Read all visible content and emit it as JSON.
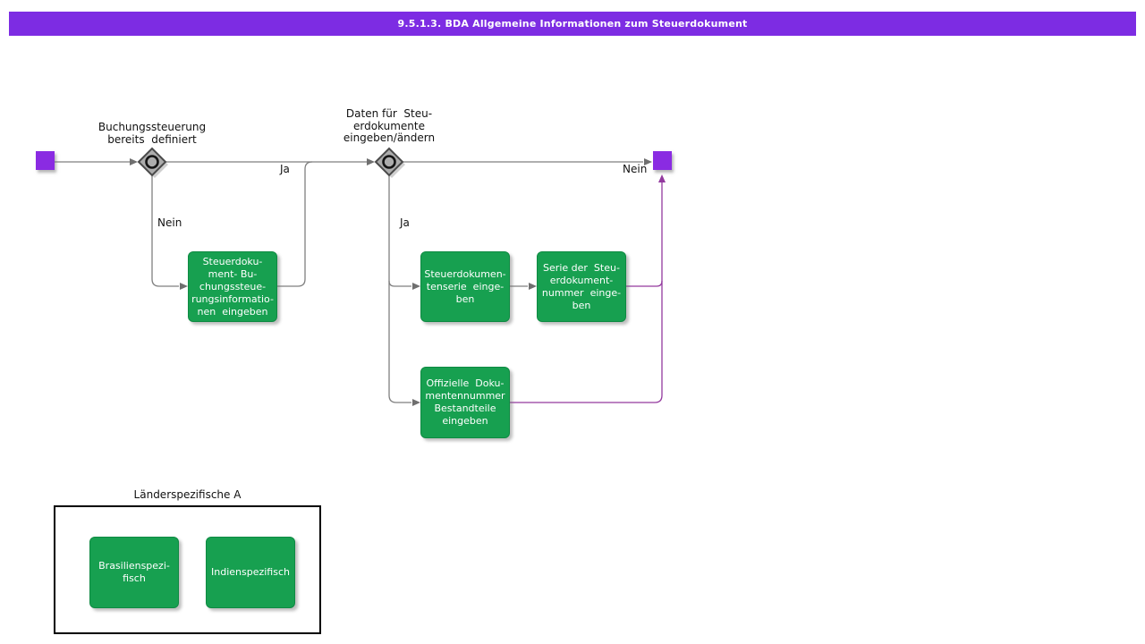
{
  "title": "9.5.1.3. BDA Allgemeine Informationen zum Steuerdokument",
  "colors": {
    "title_bar": "#7D2CE3",
    "event_node": "#8A2BE2",
    "task_fill": "#17A050",
    "task_border": "#0E8A42",
    "flow_line": "#7F7F7F",
    "flow_arrow": "#6F6F6F",
    "alt_flow_line": "#93399E",
    "gateway_fill": "#ACACAC",
    "gateway_border": "#4A4A4A",
    "text": "#000000"
  },
  "gateways": [
    {
      "label": "Buchungssteuerung\nbereits  definiert"
    },
    {
      "label": "Daten für  Steu-\nerdokumente\neingeben/ändern"
    }
  ],
  "tasks": [
    {
      "label": "Steuerdoku-\nment- Bu-\nchungssteue-\nrungsinformatio-\nnen  eingeben"
    },
    {
      "label": "Steuerdokumen-\ntenserie  einge-\nben"
    },
    {
      "label": "Serie der  Steu-\nerdokument-\nnummer  einge-\nben"
    },
    {
      "label": "Offizielle  Doku-\nmentennummer\nBestandteile\neingeben"
    }
  ],
  "edge_labels": {
    "gateway1_yes": "Ja",
    "gateway1_no": "Nein",
    "gateway2_yes": "Ja",
    "gateway2_no": "Nein"
  },
  "partition": {
    "label": "Länderspezifische A",
    "tasks": [
      {
        "label": "Brasilienspezi-\nfisch"
      },
      {
        "label": "Indienspezifisch"
      }
    ]
  }
}
